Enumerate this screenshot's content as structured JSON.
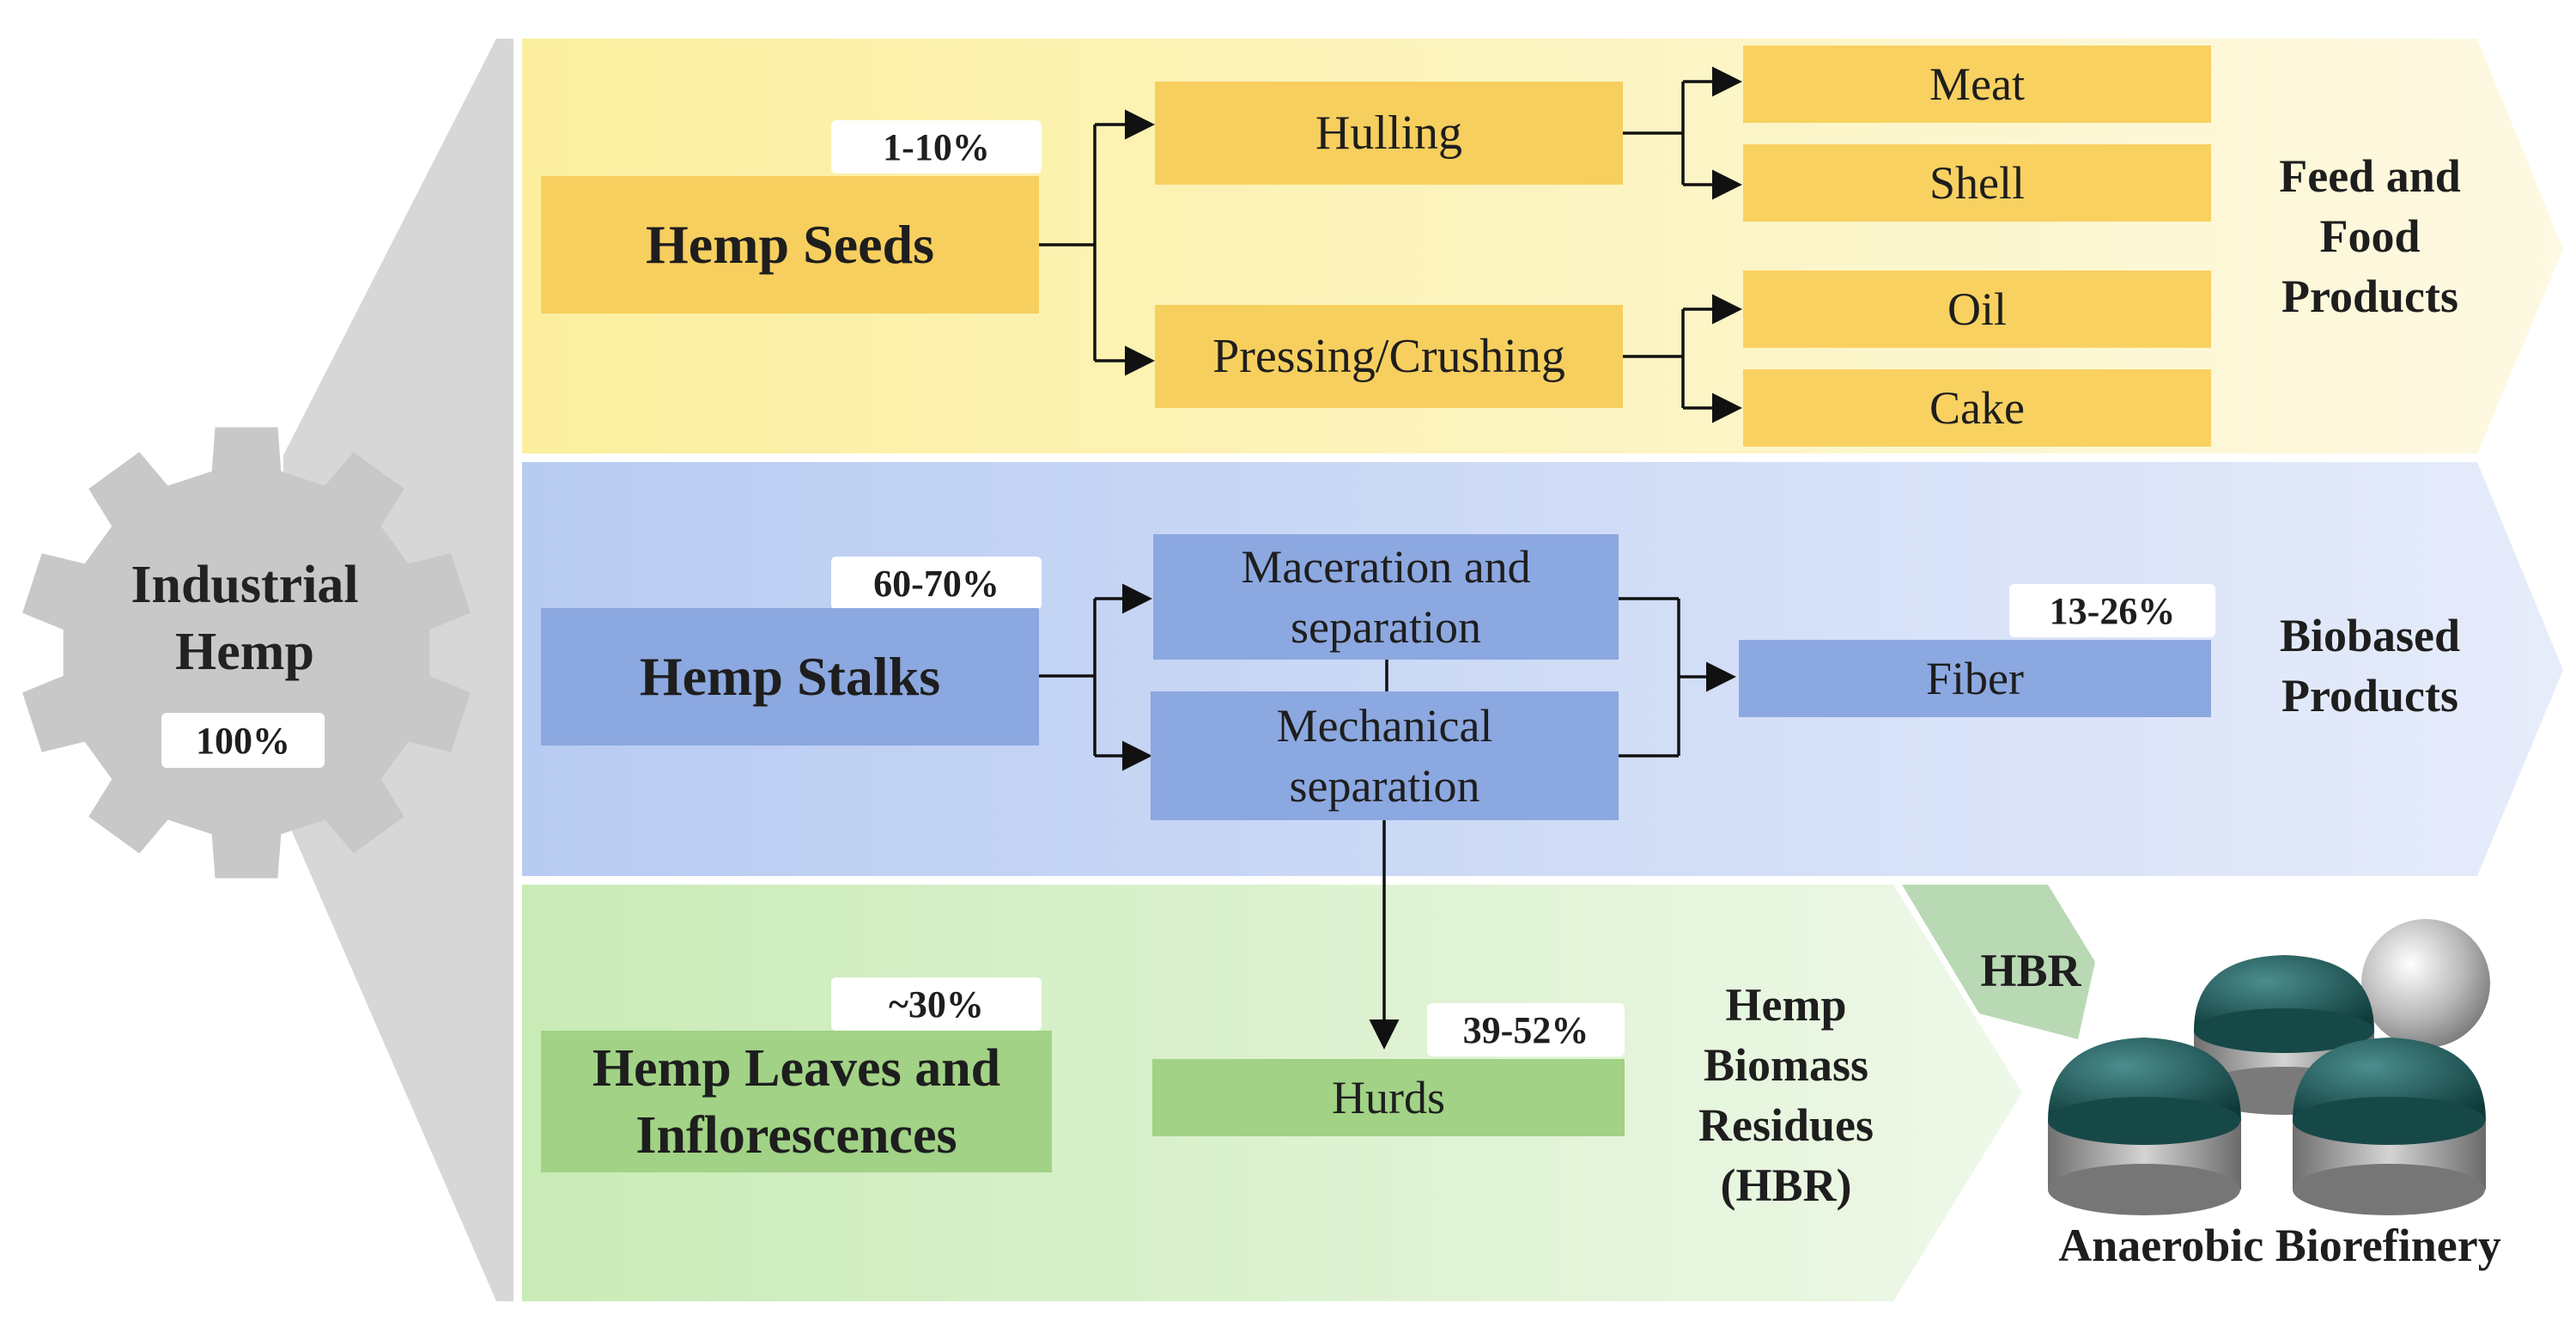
{
  "source": {
    "label": "Industrial\nHemp",
    "percent": "100%"
  },
  "rows": {
    "seeds": {
      "title": "Hemp Seeds",
      "percent": "1-10%",
      "processes": [
        "Hulling",
        "Pressing/Crushing"
      ],
      "products": [
        "Meat",
        "Shell",
        "Oil",
        "Cake"
      ],
      "category": "Feed and\nFood\nProducts"
    },
    "stalks": {
      "title": "Hemp Stalks",
      "percent": "60-70%",
      "processes": [
        "Maceration and\nseparation",
        "Mechanical\nseparation"
      ],
      "product": "Fiber",
      "product_percent": "13-26%",
      "category": "Biobased\nProducts"
    },
    "leaves": {
      "title": "Hemp Leaves and\nInflorescences",
      "percent": "~30%",
      "product": "Hurds",
      "product_percent": "39-52%",
      "category": "Hemp\nBiomass\nResidues\n(HBR)"
    }
  },
  "hbr_label": "HBR",
  "biorefinery_label": "Anaerobic Biorefinery",
  "colors": {
    "seeds_band": "#fbf0bd",
    "seeds_box": "#f9d268",
    "seeds_box_light": "#fbdb78",
    "stalks_band": "#c8d6f4",
    "stalks_box": "#8fa9df",
    "leaves_band": "#daf0cf",
    "leaves_box": "#a5d48a",
    "gear": "#c8c8c8",
    "funnel": "#d6d6d6",
    "dome": "#1f5a5a",
    "cylinder": "#8a8a8a"
  }
}
